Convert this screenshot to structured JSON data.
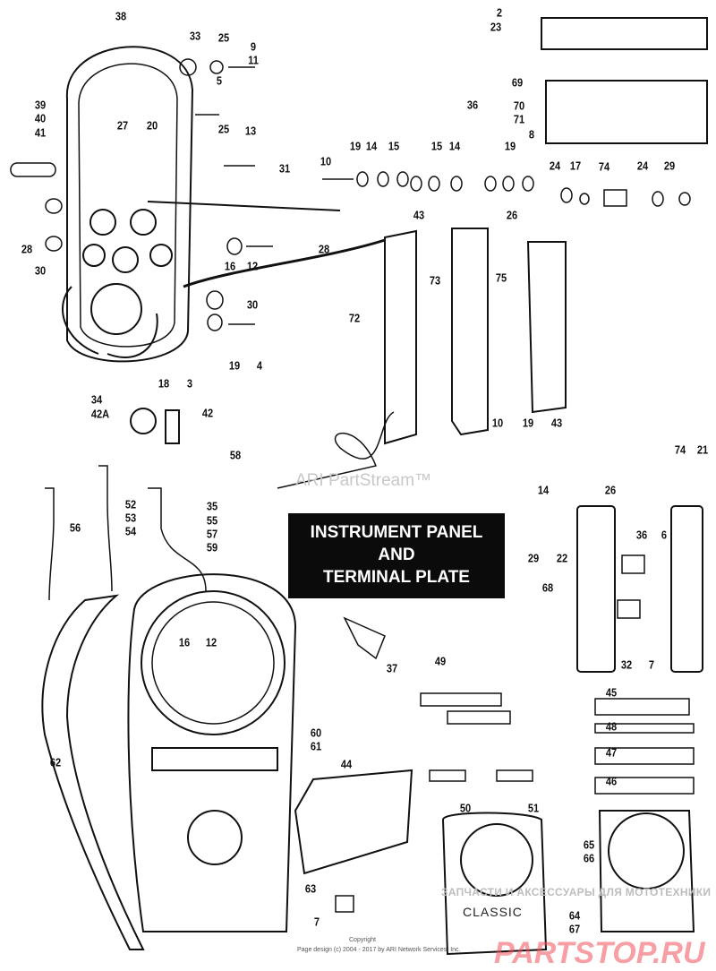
{
  "diagram": {
    "title_lines": [
      "INSTRUMENT PANEL",
      "AND",
      "TERMINAL PLATE"
    ],
    "callouts": [
      "38",
      "33",
      "25",
      "9",
      "11",
      "5",
      "27",
      "20",
      "25",
      "13",
      "39",
      "40",
      "41",
      "31",
      "10",
      "19",
      "14",
      "15",
      "15",
      "14",
      "19",
      "43",
      "26",
      "28",
      "28",
      "16",
      "12",
      "30",
      "30",
      "19",
      "4",
      "18",
      "3",
      "34",
      "42A",
      "42",
      "58",
      "56",
      "52",
      "53",
      "54",
      "35",
      "55",
      "57",
      "59",
      "2",
      "23",
      "69",
      "70",
      "71",
      "36",
      "8",
      "24",
      "17",
      "74",
      "24",
      "29",
      "73",
      "75",
      "72",
      "10",
      "19",
      "43",
      "14",
      "26",
      "74",
      "21",
      "29",
      "22",
      "36",
      "6",
      "68",
      "32",
      "7",
      "37",
      "49",
      "45",
      "48",
      "47",
      "46",
      "16",
      "12",
      "60",
      "61",
      "62",
      "44",
      "50",
      "51",
      "65",
      "66",
      "63",
      "7",
      "64",
      "67"
    ],
    "part_text": {
      "classic": "CLASSIC"
    }
  },
  "watermarks": {
    "partstream": "ARI PartStream™",
    "shop_tagline": "ЗАПЧАСТИ И АКСЕССУАРЫ ДЛЯ МОТОТЕХНИКИ",
    "shop_logo": "PARTSTOP.RU"
  },
  "footer": {
    "copyright_word": "Copyright",
    "page_design": "Page design (c) 2004 - 2017 by ARI Network Services, Inc."
  }
}
